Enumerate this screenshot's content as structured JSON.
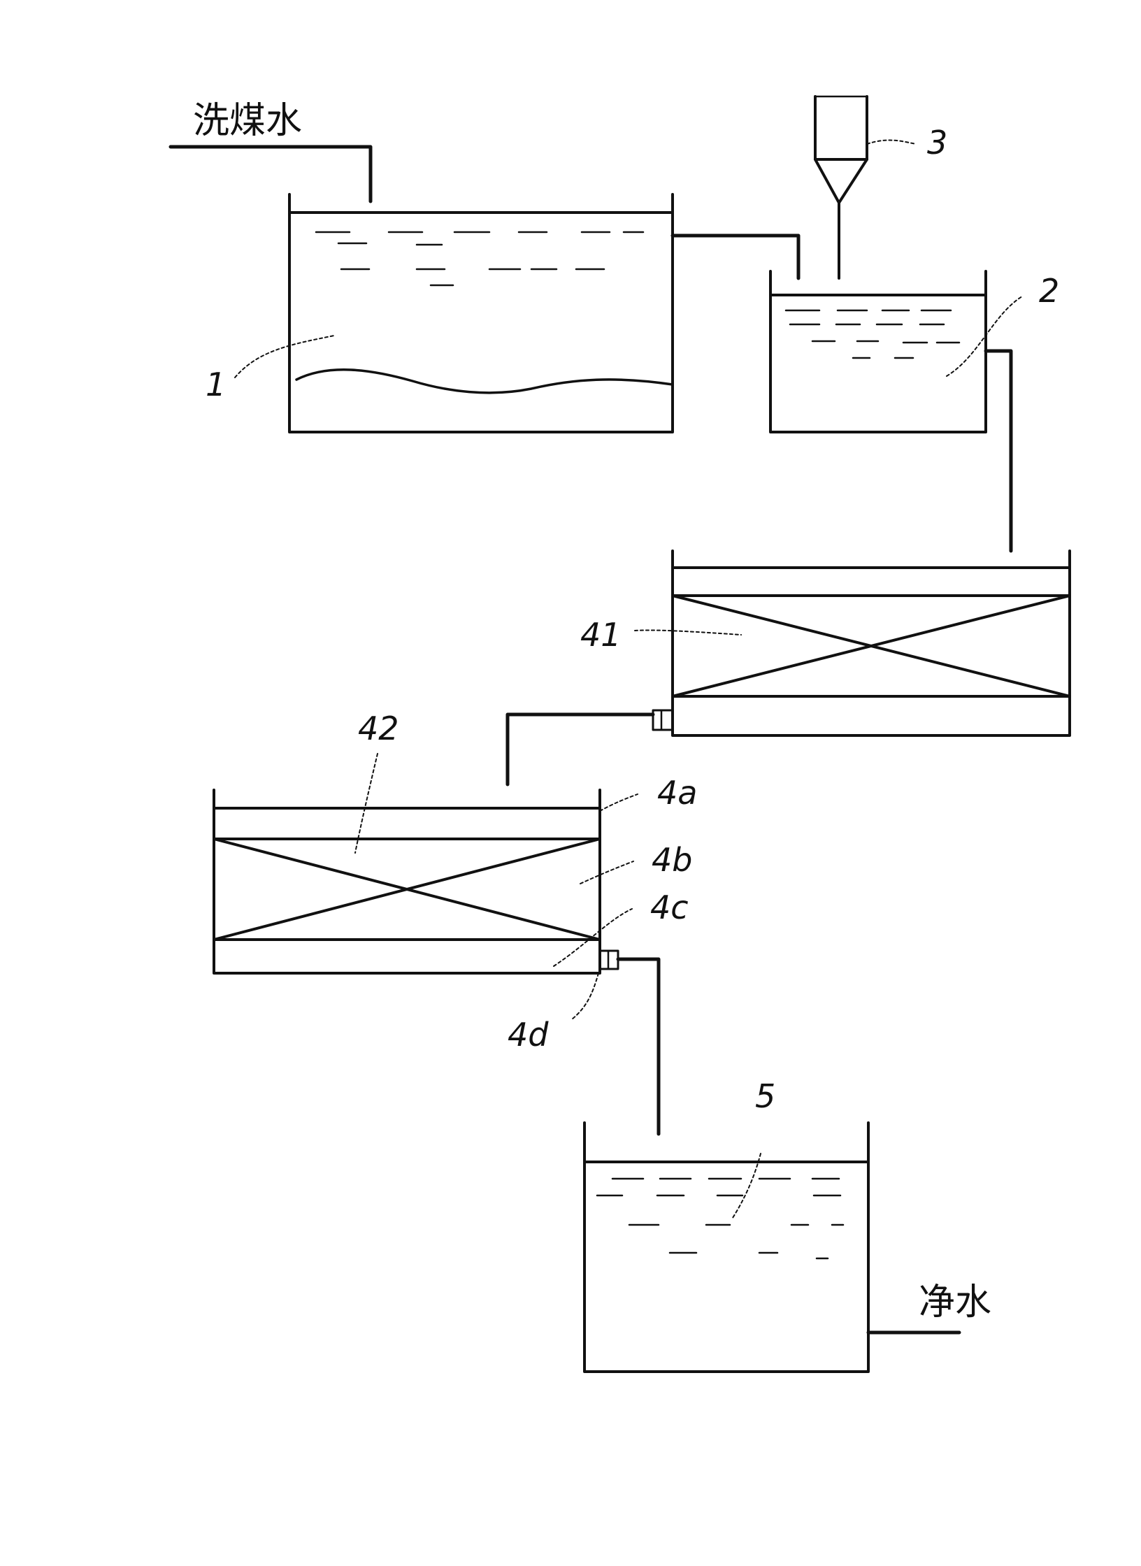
{
  "inlet_label": "洗煤水",
  "outlet_label": "净水",
  "components": [
    {
      "id": "1",
      "label": "1"
    },
    {
      "id": "2",
      "label": "2"
    },
    {
      "id": "3",
      "label": "3"
    },
    {
      "id": "41",
      "label": "41"
    },
    {
      "id": "42",
      "label": "42"
    },
    {
      "id": "4a",
      "label": "4a"
    },
    {
      "id": "4b",
      "label": "4b"
    },
    {
      "id": "4c",
      "label": "4c"
    },
    {
      "id": "4d",
      "label": "4d"
    },
    {
      "id": "5",
      "label": "5"
    }
  ]
}
